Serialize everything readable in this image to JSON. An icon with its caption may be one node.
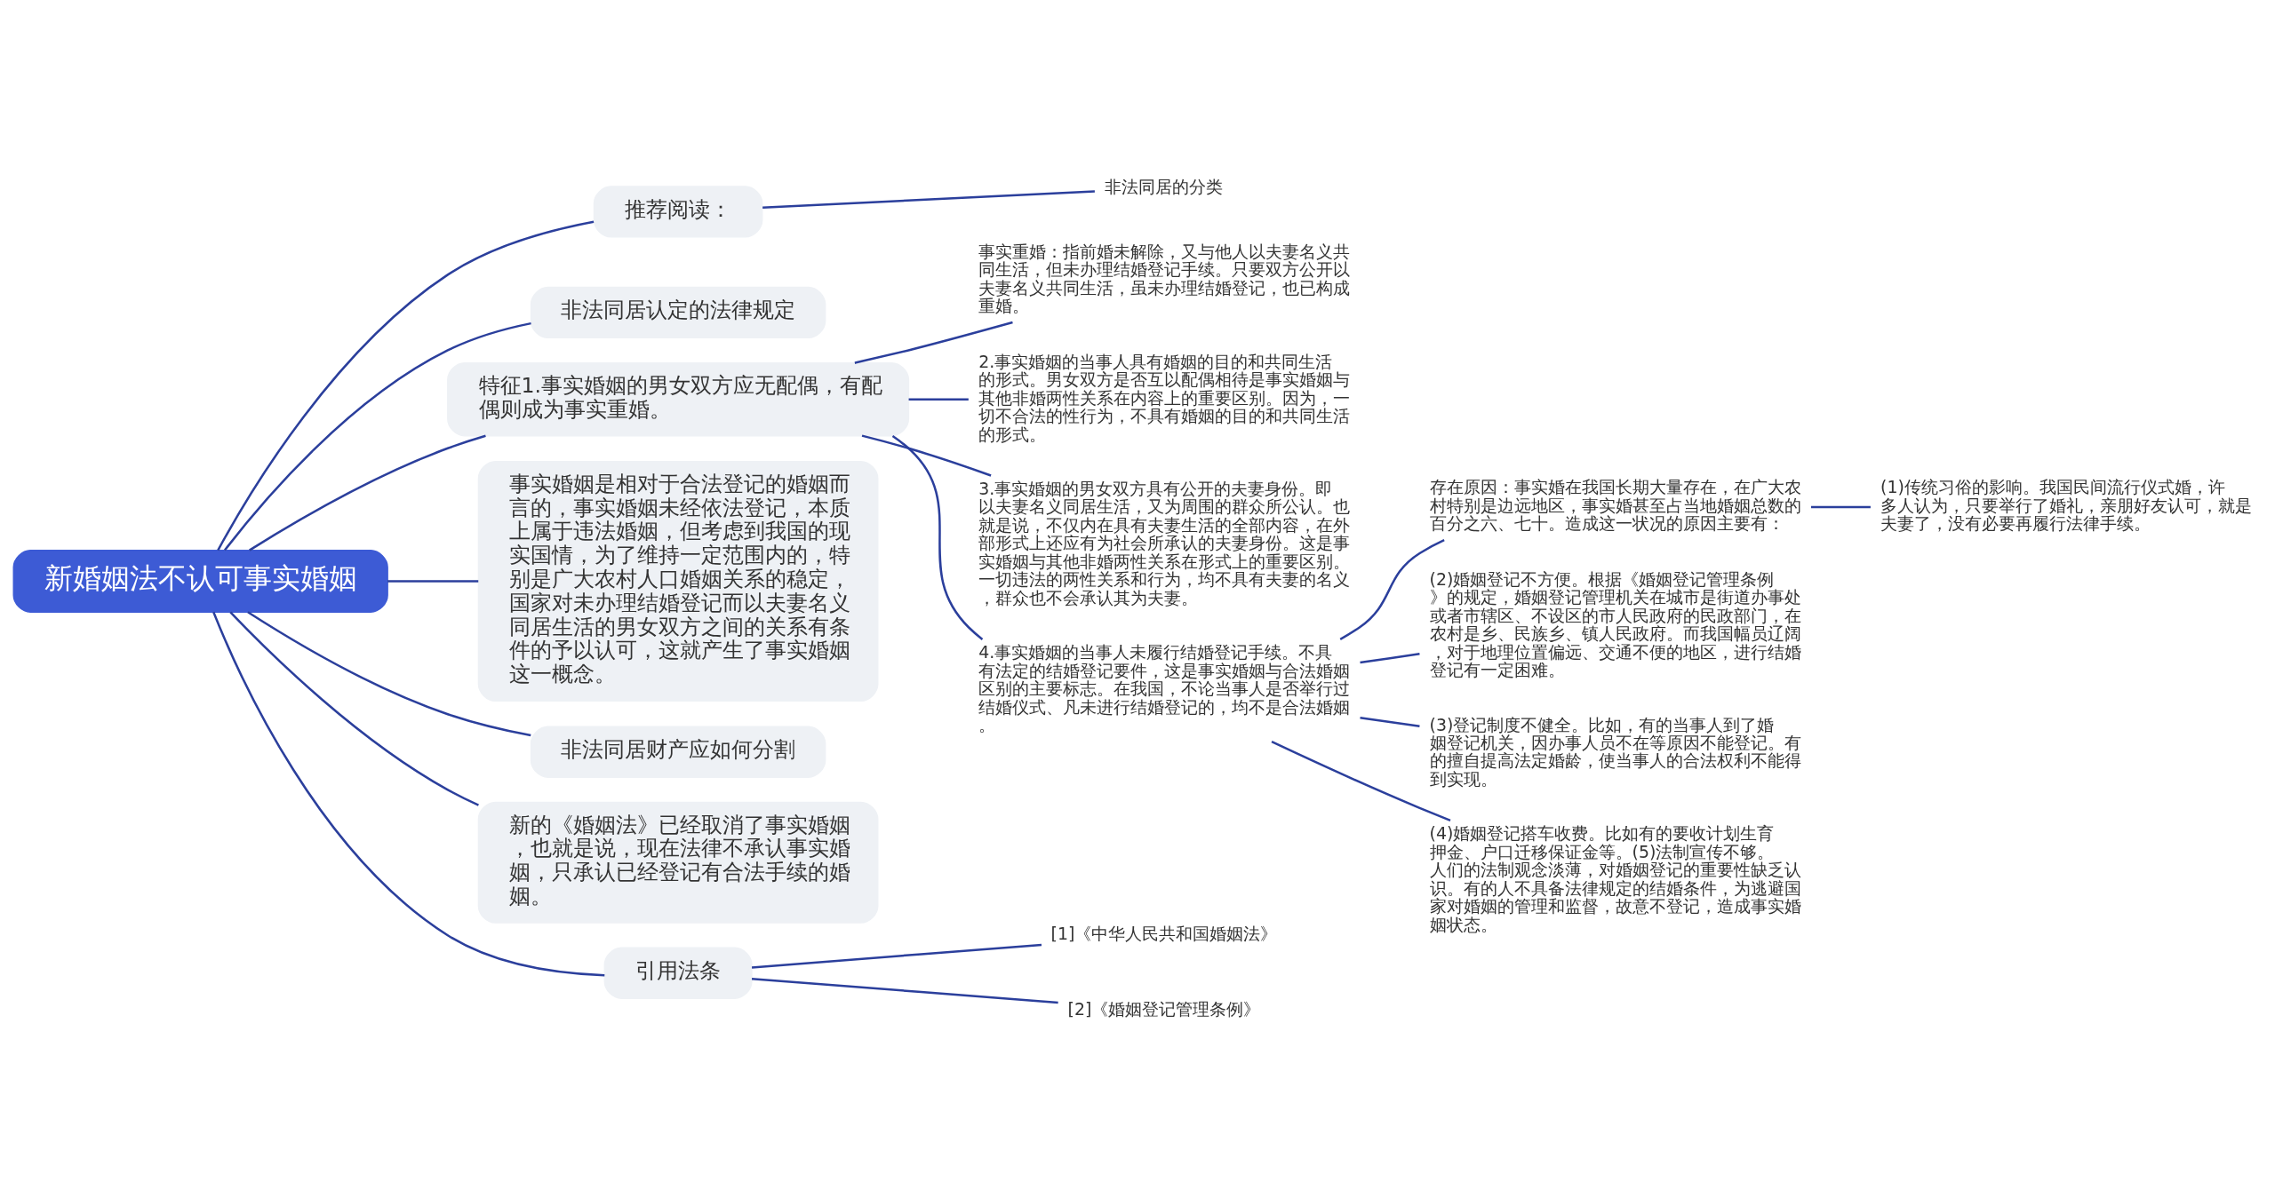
{
  "diagram": {
    "nodes": [
      {
        "text": [
          "新婚姻法不认可事实婚姻"
        ]
      },
      {
        "text": [
          "推荐阅读："
        ]
      },
      {
        "text": [
          "非法同居的分类"
        ]
      },
      {
        "text": [
          "非法同居认定的法律规定"
        ]
      },
      {
        "text": [
          "特征1.事实婚姻的男女双方应无配偶，有配偶则成为事实重婚。"
        ]
      },
      {
        "text": [
          "事实重婚：指前婚未解除，又与他人以夫妻名义共同生活，但未办理结婚登记手续。只要双方公开以夫妻名义共同生活，虽未办理结婚登记，也已构成重婚。"
        ]
      },
      {
        "text": [
          "2.事实婚姻的当事人具有婚姻的目的和共同生活的形式。男女双方是否互以配偶相待是事实婚姻与其他非婚两性关系在内容上的重要区别。因为，一切不合法的性行为，不具有婚姻的目的和共同生活的形式。"
        ]
      },
      {
        "text": [
          "3.事实婚姻的男女双方具有公开的夫妻身份。即以夫妻名义同居生活，又为周围的群众所公认。也就是说，不仅内在具有夫妻生活的全部内容，在外部形式上还应有为社会所承认的夫妻身份。这是事实婚姻与其他非婚两性关系在形式上的重要区别。一切违法的两性关系和行为，均不具有夫妻的名义，群众也不会承认其为夫妻。"
        ]
      },
      {
        "text": [
          "4.事实婚姻的当事人未履行结婚登记手续。不具有法定的结婚登记要件，这是事实婚姻与合法婚姻区别的主要标志。在我国，不论当事人是否举行过结婚仪式、凡未进行结婚登记的，均不是合法婚姻。"
        ]
      },
      {
        "text": [
          "存在原因：事实婚在我国长期大量存在，在广大农村特别是边远地区，事实婚甚至占当地婚姻总数的百分之六、七十。造成这一状况的原因主要有："
        ]
      },
      {
        "text": [
          "(1)传统习俗的影响。我国民间流行仪式婚，许多人认为，只要举行了婚礼，亲朋好友认可，就是夫妻了，没有必要再履行法律手续。"
        ]
      },
      {
        "text": [
          "(2)婚姻登记不方便。根据《婚姻登记管理条例》的规定，婚姻登记管理机关在城市是街道办事处或者市辖区、不设区的市人民政府的民政部门，在农村是乡、民族乡、镇人民政府。而我国幅员辽阔，对于地理位置偏远、交通不便的地区，进行结婚登记有一定困难。"
        ]
      },
      {
        "text": [
          "(3)登记制度不健全。比如，有的当事人到了婚姻登记机关，因办事人员不在等原因不能登记。有的擅自提高法定婚龄，使当事人的合法权利不能得到实现。"
        ]
      },
      {
        "text": [
          "(4)婚姻登记搭车收费。比如有的要收计划生育押金、户口迁移保证金等。(5)法制宣传不够。人们的法制观念淡薄，对婚姻登记的重要性缺乏认识。有的人不具备法律规定的结婚条件，为逃避国家对婚姻的管理和监督，故意不登记，造成事实婚姻状态。"
        ]
      },
      {
        "text": [
          "事实婚姻是相对于合法登记的婚姻而言的，事实婚姻未经依法登记，本质上属于违法婚姻，但考虑到我国的现实国情，为了维持一定范围内的，特别是广大农村人口婚姻关系的稳定，国家对未办理结婚登记而以夫妻名义同居生活的男女双方之间的关系有条件的予以认可，这就产生了事实婚姻这一概念。"
        ]
      },
      {
        "text": [
          "非法同居财产应如何分割"
        ]
      },
      {
        "text": [
          "新的《婚姻法》已经取消了事实婚姻，也就是说，现在法律不承认事实婚姻，只承认已经登记有合法手续的婚姻。"
        ]
      },
      {
        "text": [
          "引用法条"
        ]
      },
      {
        "text": [
          "[1]《中华人民共和国婚姻法》"
        ]
      },
      {
        "text": [
          "[2]《婚姻登记管理条例》"
        ]
      }
    ],
    "edges": [
      {
        "from": 0,
        "to": 1,
        "arrow": "none"
      },
      {
        "from": 1,
        "to": 2,
        "arrow": "none"
      },
      {
        "from": 0,
        "to": 3,
        "arrow": "none"
      },
      {
        "from": 0,
        "to": 4,
        "arrow": "none"
      },
      {
        "from": 4,
        "to": 5,
        "arrow": "none"
      },
      {
        "from": 4,
        "to": 6,
        "arrow": "none"
      },
      {
        "from": 4,
        "to": 7,
        "arrow": "none"
      },
      {
        "from": 4,
        "to": 8,
        "arrow": "none"
      },
      {
        "from": 8,
        "to": 9,
        "arrow": "none"
      },
      {
        "from": 9,
        "to": 10,
        "arrow": "none"
      },
      {
        "from": 8,
        "to": 11,
        "arrow": "none"
      },
      {
        "from": 8,
        "to": 12,
        "arrow": "none"
      },
      {
        "from": 8,
        "to": 13,
        "arrow": "none"
      },
      {
        "from": 0,
        "to": 14,
        "arrow": "none"
      },
      {
        "from": 0,
        "to": 15,
        "arrow": "none"
      },
      {
        "from": 0,
        "to": 16,
        "arrow": "none"
      },
      {
        "from": 0,
        "to": 17,
        "arrow": "none"
      },
      {
        "from": 17,
        "to": 18,
        "arrow": "none"
      },
      {
        "from": 17,
        "to": 19,
        "arrow": "none"
      }
    ]
  }
}
